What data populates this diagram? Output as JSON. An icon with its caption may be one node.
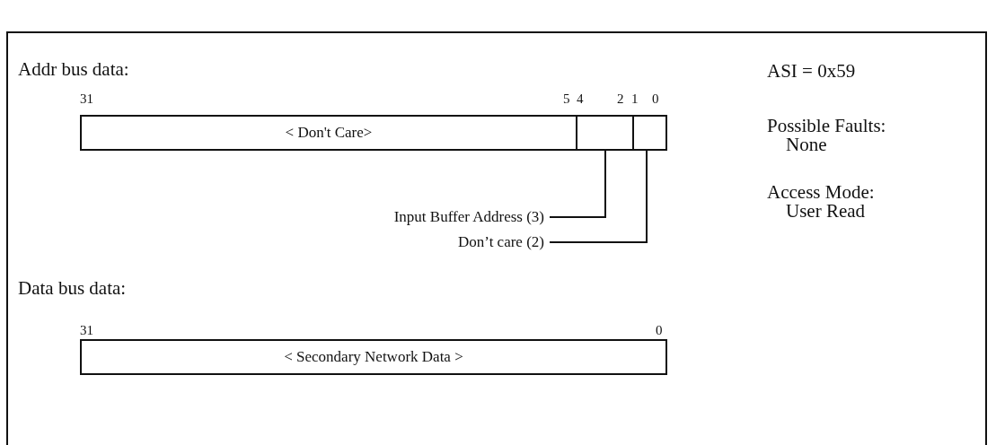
{
  "diagram": {
    "nodes": [
      {
        "text": [
          "< Don't Care>"
        ]
      },
      {
        "text": [],
        "shape": "box"
      },
      {
        "text": [],
        "shape": "box"
      },
      {
        "text": [
          "Input Buffer Address (3)"
        ]
      },
      {
        "text": [
          "Don’t care (2)"
        ]
      },
      {
        "text": [
          "< Secondary Network Data >"
        ]
      }
    ],
    "edges": [
      {
        "from": 3,
        "to": 1,
        "arrow": "none"
      },
      {
        "from": 4,
        "to": 2,
        "arrow": "none"
      }
    ],
    "labels": [
      "Addr bus data:",
      "31",
      "5",
      "4",
      "2",
      "1",
      "0",
      "Data bus data:",
      "31",
      "0",
      "ASI = 0x59",
      "Possible Faults:",
      "None",
      "Access Mode:",
      "User Read"
    ]
  }
}
